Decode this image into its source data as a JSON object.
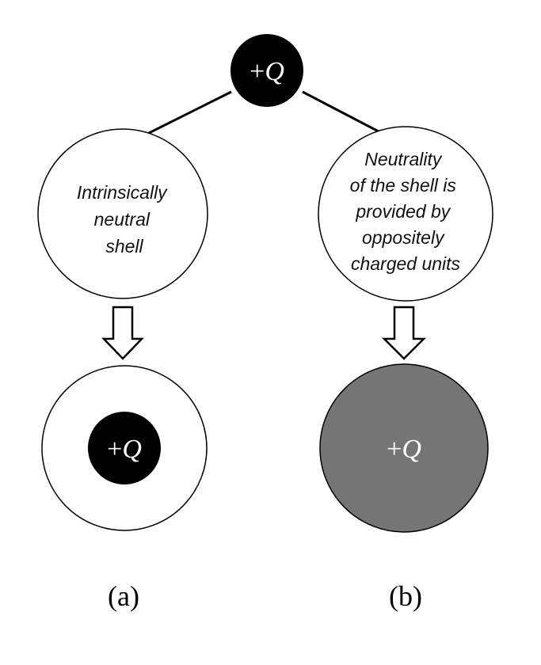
{
  "charge": {
    "sign": "+",
    "symbol": "Q"
  },
  "shells": {
    "left": {
      "lines": [
        "Intrinsically",
        "neutral",
        "shell"
      ]
    },
    "right": {
      "lines": [
        "Neutrality",
        "of the shell is",
        "provided by",
        "oppositely",
        "charged units"
      ]
    }
  },
  "captions": {
    "left": "(a)",
    "right": "(b)"
  },
  "colors": {
    "charge_fill": "#000000",
    "charged_shell_fill": "#757575",
    "charge_text": "#ffffff",
    "outline": "#000000",
    "hollow_arrow_fill": "#ffffff"
  }
}
